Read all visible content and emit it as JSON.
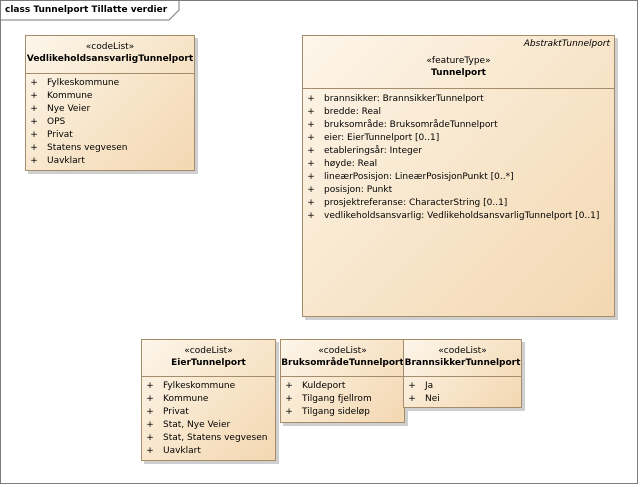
{
  "diagram": {
    "title": "class Tunnelport Tillatte verdier"
  },
  "classes": {
    "vedlikehold": {
      "stereotype": "«codeList»",
      "name": "VedlikeholdsansvarligTunnelport",
      "attributes": [
        {
          "vis": "+",
          "text": "Fylkeskommune"
        },
        {
          "vis": "+",
          "text": "Kommune"
        },
        {
          "vis": "+",
          "text": "Nye Veier"
        },
        {
          "vis": "+",
          "text": "OPS"
        },
        {
          "vis": "+",
          "text": "Privat"
        },
        {
          "vis": "+",
          "text": "Statens vegvesen"
        },
        {
          "vis": "+",
          "text": "Uavklart"
        }
      ]
    },
    "tunnelport": {
      "parent": "AbstraktTunnelport",
      "stereotype": "«featureType»",
      "name": "Tunnelport",
      "attributes": [
        {
          "vis": "+",
          "text": "brannsikker: BrannsikkerTunnelport"
        },
        {
          "vis": "+",
          "text": "bredde: Real"
        },
        {
          "vis": "+",
          "text": "bruksområde: BruksområdeTunnelport"
        },
        {
          "vis": "+",
          "text": "eier: EierTunnelport [0..1]"
        },
        {
          "vis": "+",
          "text": "etableringsår: Integer"
        },
        {
          "vis": "+",
          "text": "høyde: Real"
        },
        {
          "vis": "+",
          "text": "lineærPosisjon: LineærPosisjonPunkt [0..*]"
        },
        {
          "vis": "+",
          "text": "posisjon: Punkt"
        },
        {
          "vis": "+",
          "text": "prosjektreferanse: CharacterString [0..1]"
        },
        {
          "vis": "+",
          "text": "vedlikeholdsansvarlig: VedlikeholdsansvarligTunnelport [0..1]"
        }
      ]
    },
    "eier": {
      "stereotype": "«codeList»",
      "name": "EierTunnelport",
      "attributes": [
        {
          "vis": "+",
          "text": "Fylkeskommune"
        },
        {
          "vis": "+",
          "text": "Kommune"
        },
        {
          "vis": "+",
          "text": "Privat"
        },
        {
          "vis": "+",
          "text": "Stat, Nye Veier"
        },
        {
          "vis": "+",
          "text": "Stat, Statens vegvesen"
        },
        {
          "vis": "+",
          "text": "Uavklart"
        }
      ]
    },
    "bruksomrade": {
      "stereotype": "«codeList»",
      "name": "BruksområdeTunnelport",
      "attributes": [
        {
          "vis": "+",
          "text": "Kuldeport"
        },
        {
          "vis": "+",
          "text": "Tilgang fjellrom"
        },
        {
          "vis": "+",
          "text": "Tilgang sideløp"
        }
      ]
    },
    "brannsikker": {
      "stereotype": "«codeList»",
      "name": "BrannsikkerTunnelport",
      "attributes": [
        {
          "vis": "+",
          "text": "Ja"
        },
        {
          "vis": "+",
          "text": "Nei"
        }
      ]
    }
  }
}
